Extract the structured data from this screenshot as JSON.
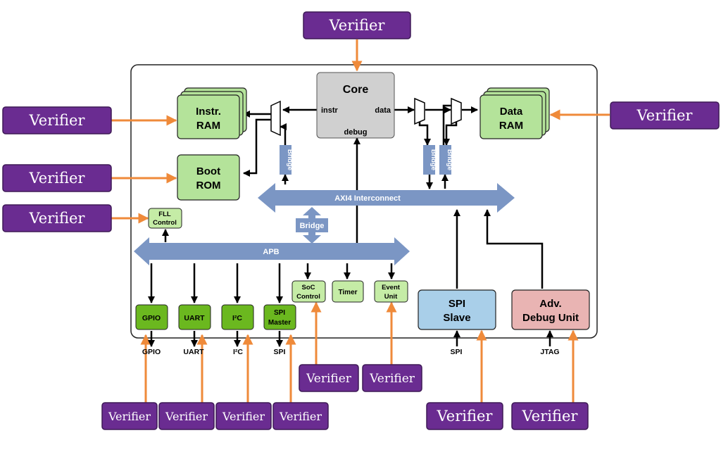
{
  "verifier_label": "Verifier",
  "blocks": {
    "core": "Core",
    "core_instr": "instr",
    "core_data": "data",
    "core_debug": "debug",
    "instr_ram_l1": "Instr.",
    "instr_ram_l2": "RAM",
    "boot_rom_l1": "Boot",
    "boot_rom_l2": "ROM",
    "data_ram_l1": "Data",
    "data_ram_l2": "RAM",
    "fll_l1": "FLL",
    "fll_l2": "Control",
    "soc_l1": "SoC",
    "soc_l2": "Control",
    "timer": "Timer",
    "event_l1": "Event",
    "event_l2": "Unit",
    "gpio": "GPIO",
    "uart": "UART",
    "i2c": "I²C",
    "spi_master_l1": "SPI",
    "spi_master_l2": "Master",
    "spi_slave_l1": "SPI",
    "spi_slave_l2": "Slave",
    "adv_debug_l1": "Adv.",
    "adv_debug_l2": "Debug Unit"
  },
  "buses": {
    "axi": "AXI4 Interconnect",
    "apb": "APB",
    "bridge": "Bridge"
  },
  "pins": {
    "gpio": "GPIO",
    "uart": "UART",
    "i2c": "I²C",
    "spi": "SPI",
    "spi_slave": "SPI",
    "jtag": "JTAG"
  },
  "colors": {
    "verifier": "#6a2c91",
    "arrow": "#ef8a3a",
    "bus": "#7b96c4",
    "core": "#d0d0d0",
    "ram_green": "#b4e39a",
    "peripheral_dark_green": "#6bb81f",
    "peripheral_light_green": "#c5eca6",
    "spi_slave": "#a9cfe9",
    "debug": "#e9b4b3"
  }
}
